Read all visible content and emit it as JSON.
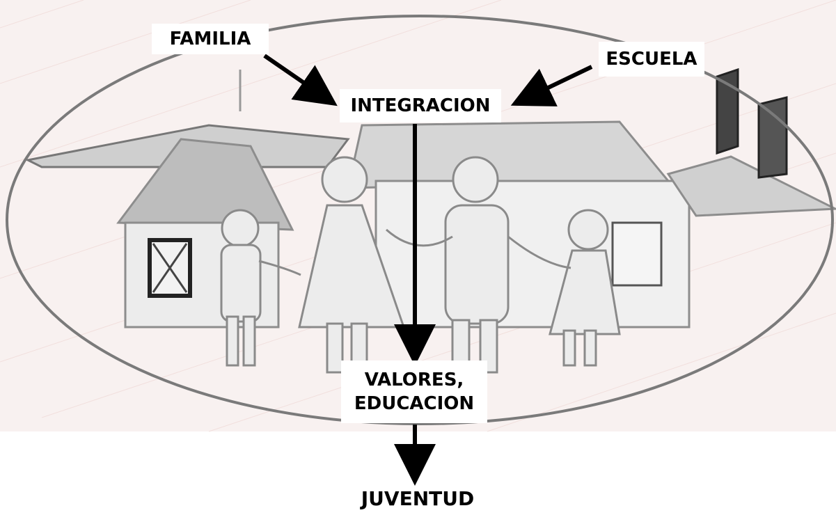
{
  "diagram": {
    "nodes": {
      "familia": "FAMILIA",
      "escuela": "ESCUELA",
      "integracion": "INTEGRACION",
      "valores_line1": "VALORES,",
      "valores_line2": "EDUCACION",
      "juventud": "JUVENTUD"
    },
    "edges": [
      {
        "from": "FAMILIA",
        "to": "INTEGRACION"
      },
      {
        "from": "ESCUELA",
        "to": "INTEGRACION"
      },
      {
        "from": "INTEGRACION",
        "to": "VALORES, EDUCACION"
      },
      {
        "from": "VALORES, EDUCACION",
        "to": "JUVENTUD"
      }
    ],
    "background": "pencil-sketch-family-holding-hands-in-front-of-houses",
    "colors": {
      "ellipse_stroke": "#7a7a7a",
      "arrow": "#000000",
      "sketch": "#8a8a8a",
      "paper_tint": "#f7efee"
    }
  }
}
